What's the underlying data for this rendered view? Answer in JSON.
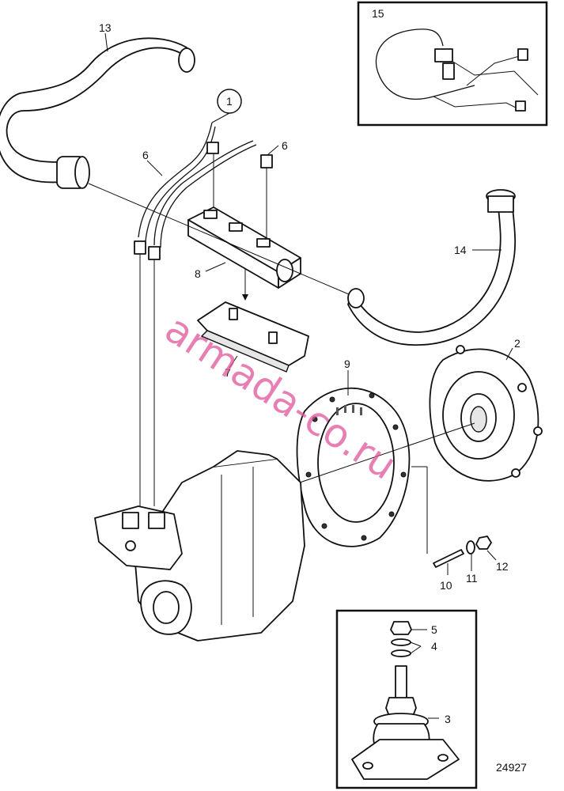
{
  "callouts": {
    "c1": "1",
    "c2": "2",
    "c3": "3",
    "c4": "4",
    "c5": "5",
    "c6a": "6",
    "c6b": "6",
    "c7": "7",
    "c8": "8",
    "c9": "9",
    "c10": "10",
    "c11": "11",
    "c12": "12",
    "c13": "13",
    "c14": "14",
    "c15": "15"
  },
  "figure_number": "24927",
  "watermark": "armada-co.ru",
  "colors": {
    "line": "#111111",
    "watermark": "#e0559a",
    "background": "#ffffff"
  }
}
